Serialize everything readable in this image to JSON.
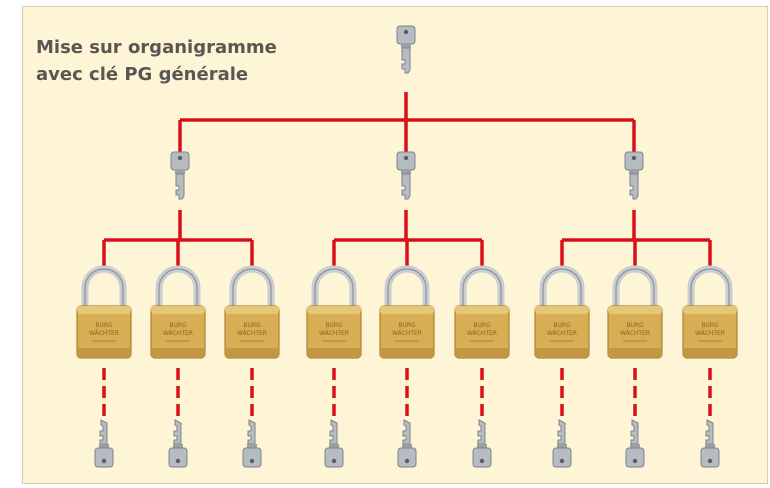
{
  "title": {
    "line1": "Mise sur organigramme",
    "line2": "avec clé PG générale"
  },
  "colors": {
    "background": "#fdf5d6",
    "connector": "#d9101a",
    "padlock_body": "#d7ae54",
    "shackle": "#c9ccd0",
    "key": "#b7bcc2"
  },
  "icons": {
    "master_key": "key-icon",
    "group_key": "key-icon",
    "padlock": "padlock-icon",
    "padlock_key": "key-icon"
  },
  "padlock_label": {
    "brand_top": "BURG",
    "brand_bottom": "WÄCHTER"
  },
  "structure": {
    "master_keys": 1,
    "groups": 3,
    "padlocks_per_group": 3
  }
}
